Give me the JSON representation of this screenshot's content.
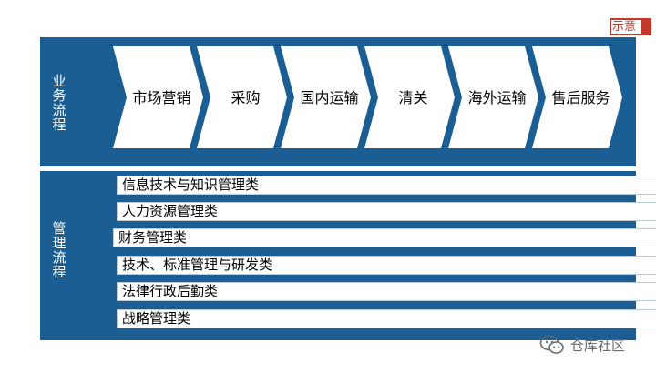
{
  "corner_tag": "示意",
  "business_process": {
    "label": "业务流程",
    "steps": [
      "市场营销",
      "采购",
      "国内运输",
      "清关",
      "海外运输",
      "售后服务"
    ]
  },
  "management_process": {
    "label": "管理流程",
    "items": [
      "信息技术与知识管理类",
      "人力资源管理类",
      "财务管理类",
      "技术、标准管理与研发类",
      "法律行政后勤类",
      "战略管理类"
    ]
  },
  "watermark": {
    "icon": "wechat-icon",
    "text": "仓库社区"
  },
  "colors": {
    "panel": "#1b5e93",
    "chevron": "#ffffff",
    "tag": "#c0392b"
  }
}
